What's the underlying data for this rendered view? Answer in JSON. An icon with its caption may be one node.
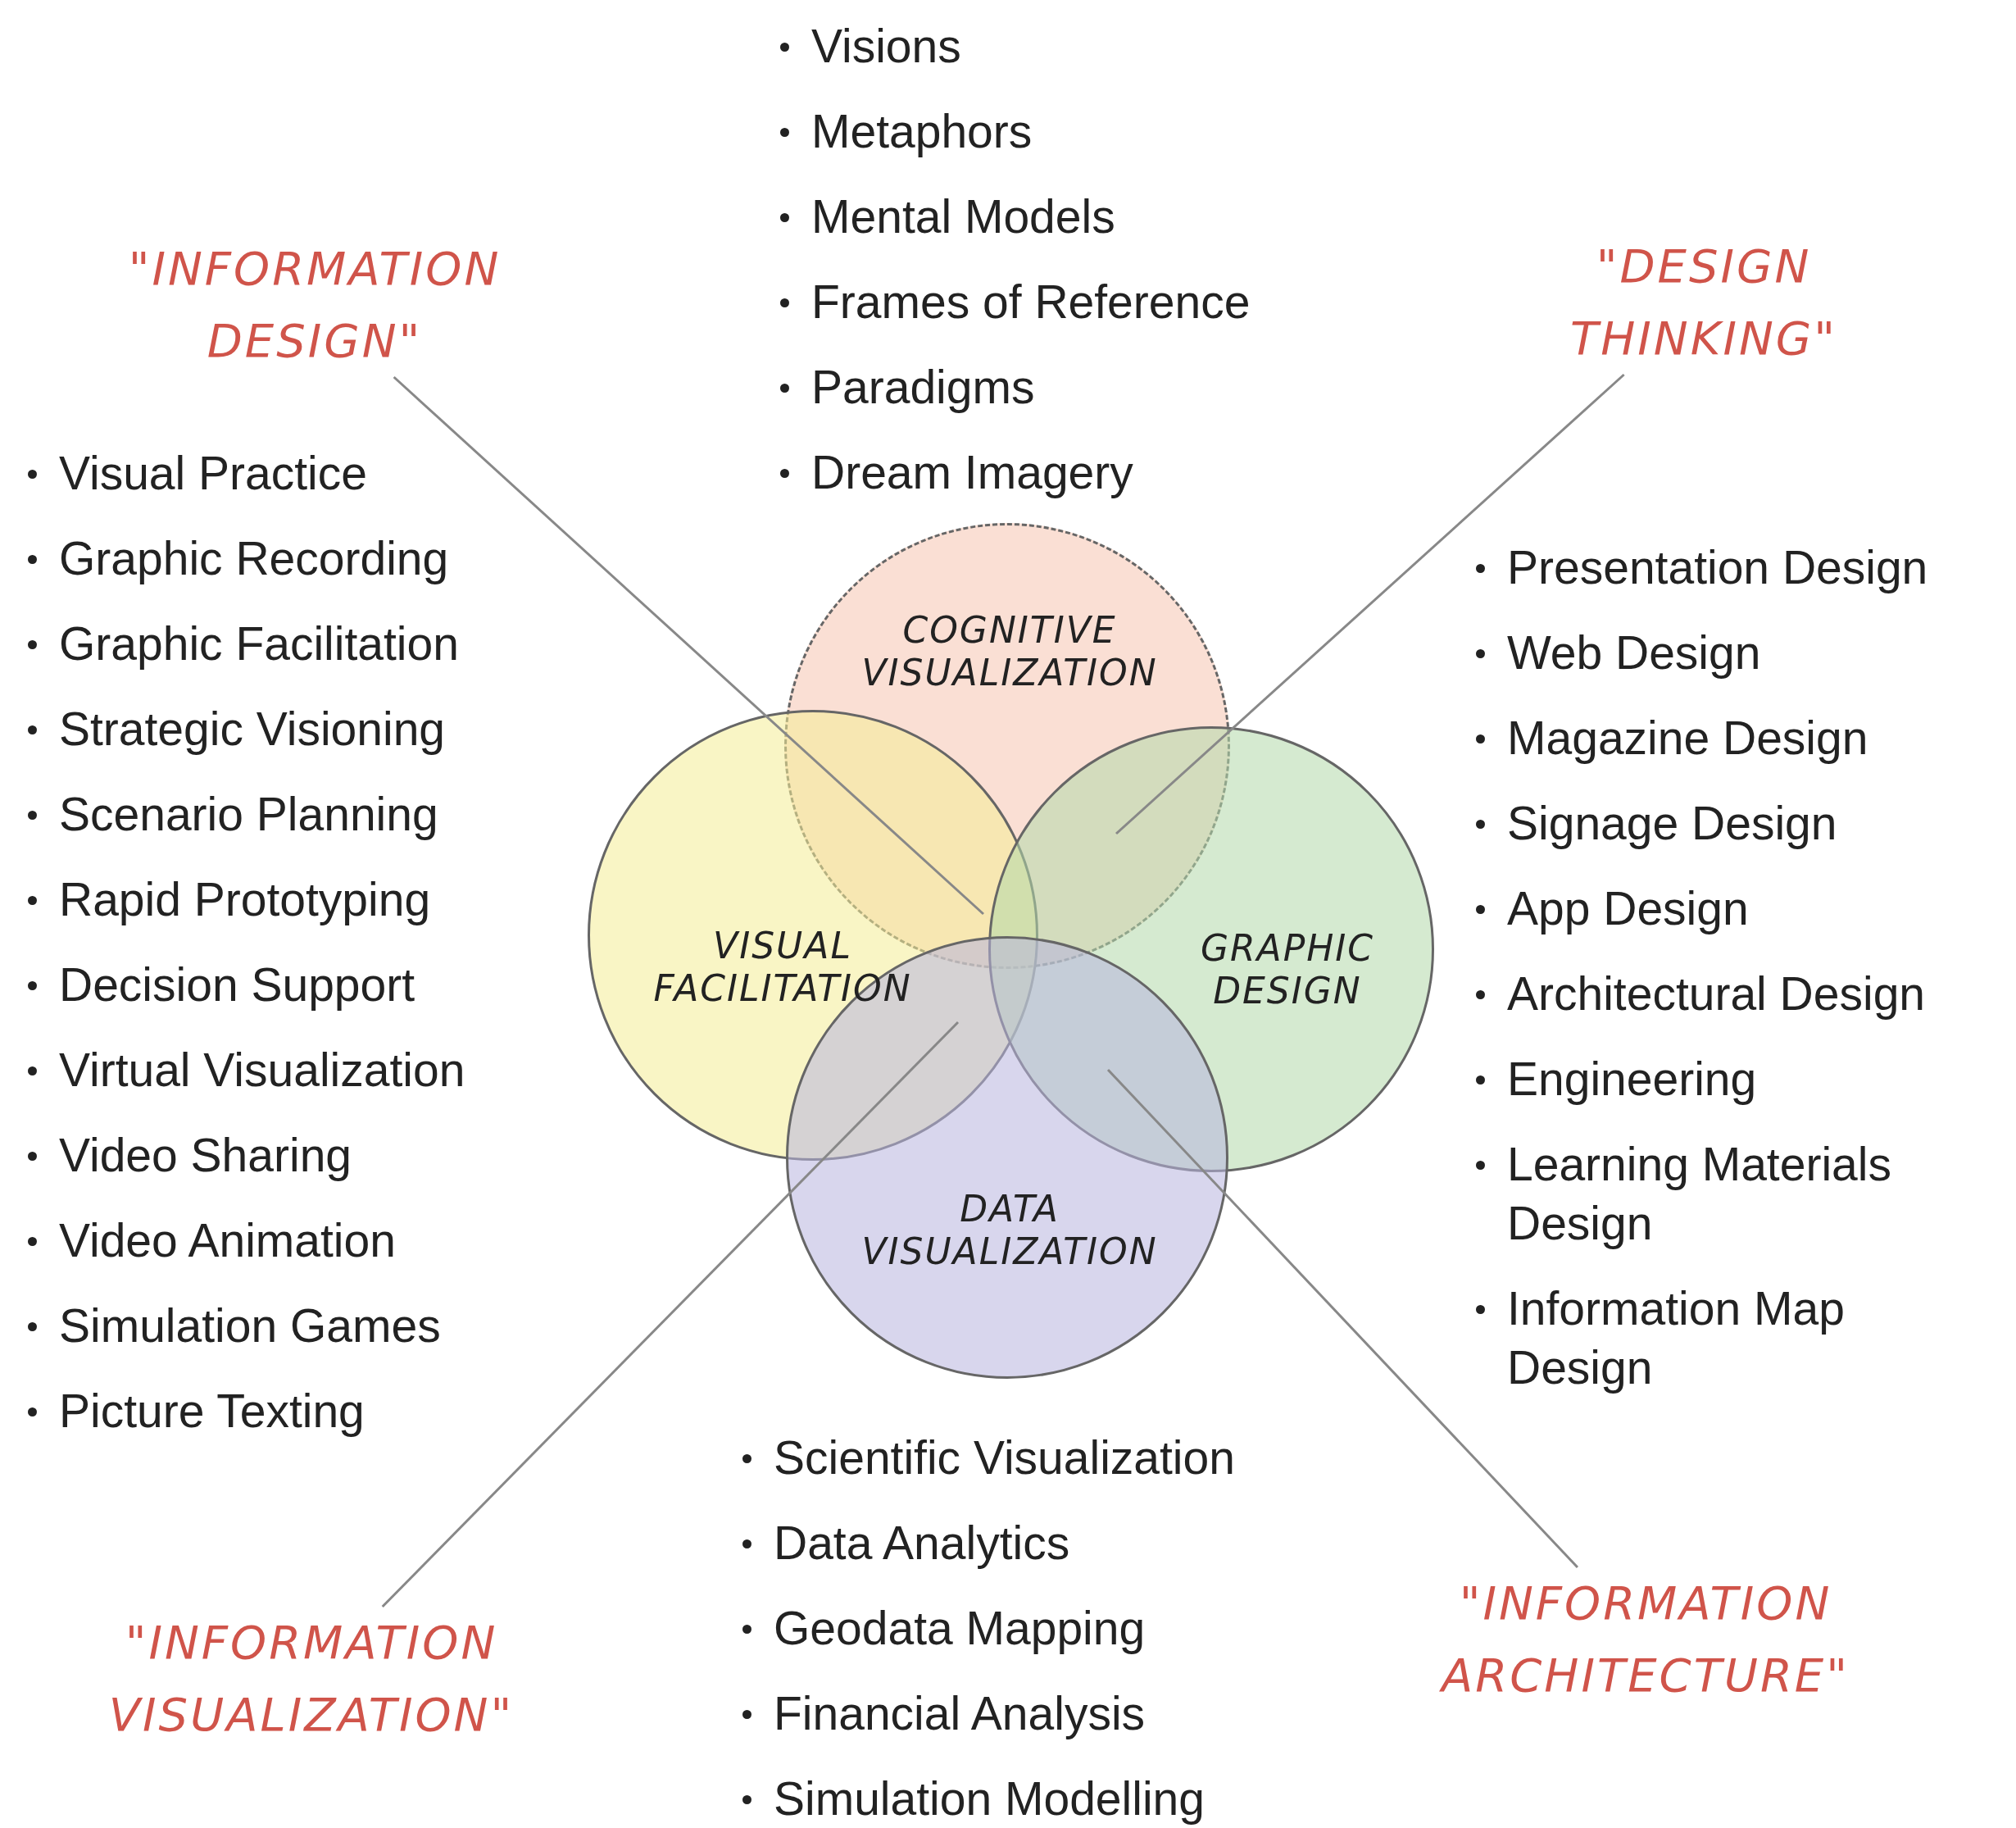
{
  "diagram": {
    "nodes": [
      {
        "text": [
          "COGNITIVE VISUALIZATION"
        ]
      },
      {
        "text": [
          "VISUAL FACILITATION"
        ]
      },
      {
        "text": [
          "GRAPHIC DESIGN"
        ]
      },
      {
        "text": [
          "DATA VISUALIZATION"
        ]
      },
      {
        "text": [
          "\"INFORMATION DESIGN\""
        ]
      },
      {
        "text": [
          "\"DESIGN THINKING\""
        ]
      },
      {
        "text": [
          "\"INFORMATION VISUALIZATION\""
        ]
      },
      {
        "text": [
          "\"INFORMATION ARCHITECTURE\""
        ]
      }
    ],
    "edges": [
      {
        "from": 4,
        "to": 0,
        "arrow": "none"
      },
      {
        "from": 5,
        "to": 0,
        "arrow": "none"
      },
      {
        "from": 6,
        "to": 3,
        "arrow": "none"
      },
      {
        "from": 7,
        "to": 3,
        "arrow": "none"
      }
    ],
    "labels": [
      "Visions",
      "Metaphors",
      "Mental Models",
      "Frames of Reference",
      "Paradigms",
      "Dream Imagery",
      "Visual Practice",
      "Graphic Recording",
      "Graphic Facilitation",
      "Strategic Visioning",
      "Scenario Planning",
      "Rapid Prototyping",
      "Decision Support",
      "Virtual Visualization",
      "Video Sharing",
      "Video Animation",
      "Simulation Games",
      "Picture Texting",
      "Presentation Design",
      "Web Design",
      "Magazine Design",
      "Signage Design",
      "App Design",
      "Architectural Design",
      "Engineering",
      "Learning Materials Design",
      "Information Map Design",
      "Scientific Visualization",
      "Data Analytics",
      "Geodata Mapping",
      "Financial Analysis",
      "Simulation Modelling"
    ]
  }
}
